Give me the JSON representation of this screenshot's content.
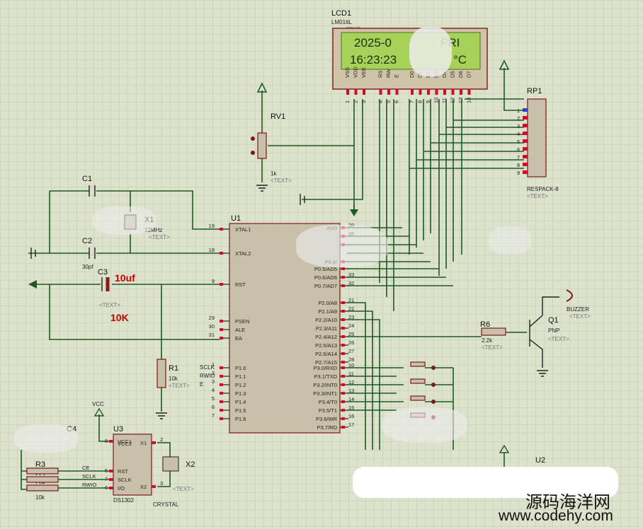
{
  "lcd": {
    "ref": "LCD1",
    "model": "LM016L",
    "text_tag": "<TEXT>",
    "line1": "2025-0",
    "line1_right": "FRI",
    "line2": "16:23:23",
    "line2_right": "°C",
    "pin_labels": [
      "VSS",
      "VDD",
      "VEE",
      "RS",
      "RW",
      "E",
      "D0",
      "D1",
      "D2",
      "D3",
      "D4",
      "D5",
      "D6",
      "D7"
    ],
    "pin_numbers": [
      "1",
      "2",
      "3",
      "4",
      "5",
      "6",
      "7",
      "8",
      "9",
      "10",
      "11",
      "12",
      "13",
      "14"
    ]
  },
  "rv1": {
    "ref": "RV1",
    "value": "1k",
    "tag": "<TEXT>"
  },
  "rp1": {
    "ref": "RP1",
    "model": "RESPACK-8",
    "tag": "<TEXT>",
    "pins": [
      "1",
      "2",
      "3",
      "4",
      "5",
      "6",
      "7",
      "8",
      "9"
    ]
  },
  "c1": {
    "ref": "C1"
  },
  "c2": {
    "ref": "C2",
    "value": "30pf"
  },
  "c3": {
    "ref": "C3",
    "value": "10uf",
    "tag": "<TEXT>"
  },
  "x1": {
    "ref": "X1",
    "value": "12MHz",
    "tag": "<TEXT>"
  },
  "note_10k": "10K",
  "u1": {
    "ref": "U1",
    "left_pins": [
      {
        "n": "19",
        "name": "XTAL1"
      },
      {
        "n": "18",
        "name": "XTAL2"
      },
      {
        "n": "9",
        "name": "RST"
      },
      {
        "n": "29",
        "name": "PSEN"
      },
      {
        "n": "30",
        "name": "ALE"
      },
      {
        "n": "31",
        "name": "EA"
      },
      {
        "n": "1",
        "name": "P1.0"
      },
      {
        "n": "2",
        "name": "P1.1"
      },
      {
        "n": "3",
        "name": "P1.2"
      },
      {
        "n": "4",
        "name": "P1.3"
      },
      {
        "n": "5",
        "name": "P1.4"
      },
      {
        "n": "6",
        "name": "P1.5"
      },
      {
        "n": "7",
        "name": "P1.6"
      }
    ],
    "right_pins": [
      {
        "n": "39",
        "name": "AD0"
      },
      {
        "n": "38",
        "name": ""
      },
      {
        "n": "",
        "name": ""
      },
      {
        "n": "",
        "name": "P0.4/"
      },
      {
        "n": "",
        "name": "P0.5/AD5"
      },
      {
        "n": "33",
        "name": "P0.6/AD6"
      },
      {
        "n": "32",
        "name": "P0.7/AD7"
      },
      {
        "n": "21",
        "name": "P2.0/A8"
      },
      {
        "n": "22",
        "name": "P2.1/A9"
      },
      {
        "n": "23",
        "name": "P2.2/A10"
      },
      {
        "n": "24",
        "name": "P2.3/A11"
      },
      {
        "n": "25",
        "name": "P2.4/A12"
      },
      {
        "n": "26",
        "name": "P2.5/A13"
      },
      {
        "n": "27",
        "name": "P2.6/A14"
      },
      {
        "n": "28",
        "name": "P2.7/A15"
      },
      {
        "n": "10",
        "name": "P3.0/RXD"
      },
      {
        "n": "11",
        "name": "P3.1/TXD"
      },
      {
        "n": "12",
        "name": "P3.2/INT0"
      },
      {
        "n": "13",
        "name": "P3.3/INT1"
      },
      {
        "n": "14",
        "name": "P3.4/T0"
      },
      {
        "n": "15",
        "name": "P3.5/T1"
      },
      {
        "n": "16",
        "name": "P3.6/WR"
      },
      {
        "n": "17",
        "name": "P3.7/RD"
      }
    ]
  },
  "r1": {
    "ref": "R1",
    "value": "10k",
    "tag": "<TEXT>"
  },
  "r6": {
    "ref": "R6",
    "value": "2.2k",
    "tag": "<TEXT>"
  },
  "q1": {
    "ref": "Q1",
    "type": "PNP",
    "tag": "<TEXT>"
  },
  "buzzer": {
    "ref": "BUZZER",
    "tag": "<TEXT>"
  },
  "side_labels": {
    "sclk": "SCLK",
    "rwio": "RWIO",
    "ce": "E"
  },
  "vcc": "VCC",
  "c4": {
    "ref": "C4"
  },
  "u3": {
    "ref": "U3",
    "model": "DS1302",
    "pins_left": [
      "VCC1",
      "RST",
      "SCLK",
      "I/O"
    ],
    "pin_nums_left": [
      "8",
      "5",
      "7",
      "6"
    ],
    "pins_right": [
      "X1",
      "X2"
    ],
    "pin_nums_right": [
      "2",
      "3"
    ],
    "vcc2": "VCC2"
  },
  "x2": {
    "ref": "X2",
    "model": "CRYSTAL",
    "tag": "<TEXT>"
  },
  "r3": {
    "ref": "R3"
  },
  "r4": {
    "ref": "R4"
  },
  "r5": {
    "ref": "R5",
    "value": "10k"
  },
  "u3_side": {
    "ce": "CE",
    "sclk": "SCLK",
    "rwio": "RWIO"
  },
  "u2": {
    "ref": "U2"
  },
  "watermark": {
    "cn": "源码海洋网",
    "url": "www.codehy.com"
  }
}
